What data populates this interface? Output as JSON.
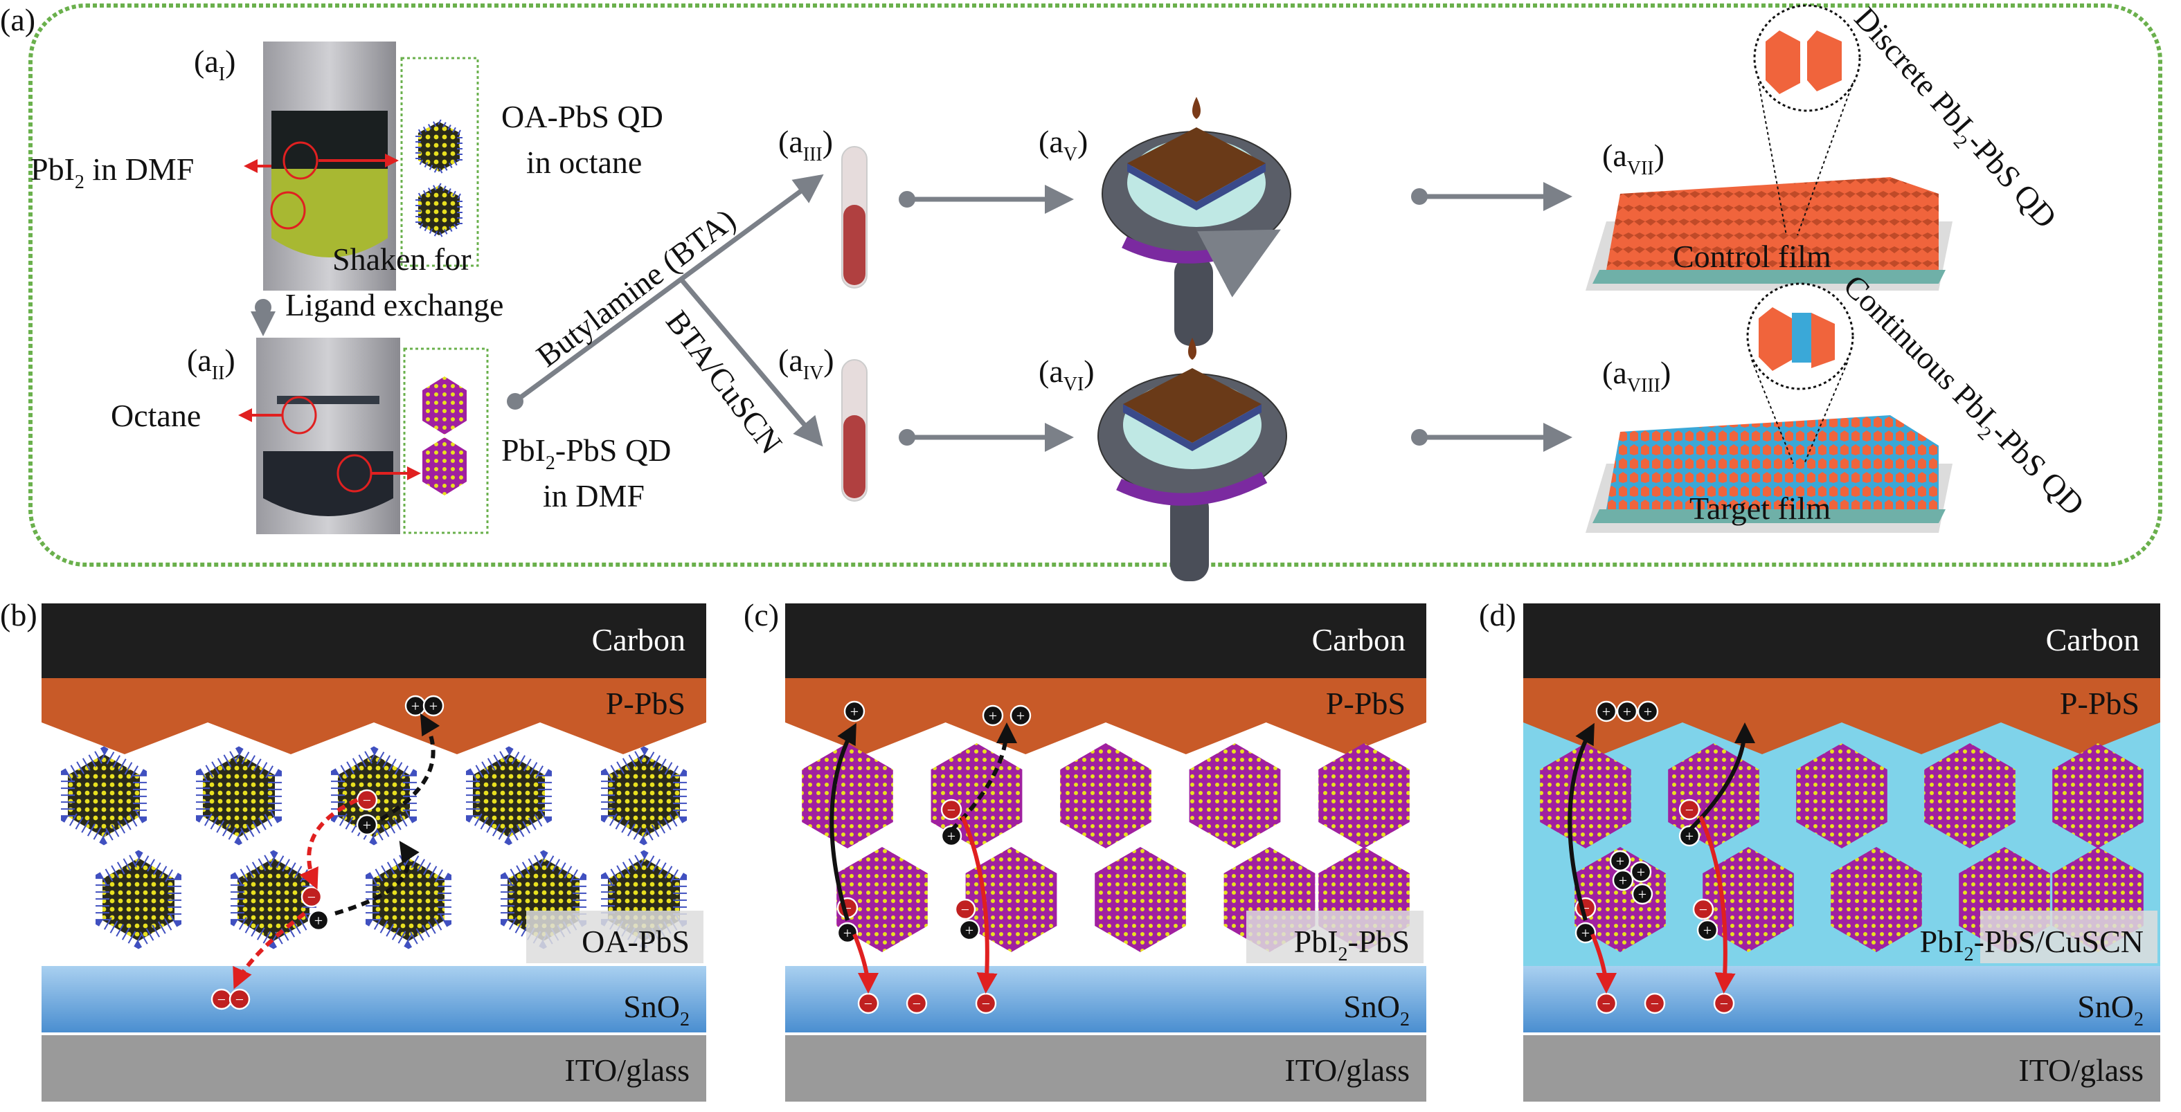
{
  "panel_labels": {
    "a": "(a)",
    "b": "(b)",
    "c": "(c)",
    "d": "(d)"
  },
  "sub_labels": {
    "aI": {
      "base": "(a",
      "sub": "I",
      "end": ")"
    },
    "aII": {
      "base": "(a",
      "sub": "II",
      "end": ")"
    },
    "aIII": {
      "base": "(a",
      "sub": "III",
      "end": ")"
    },
    "aIV": {
      "base": "(a",
      "sub": "IV",
      "end": ")"
    },
    "aV": {
      "base": "(a",
      "sub": "V",
      "end": ")"
    },
    "aVI": {
      "base": "(a",
      "sub": "VI",
      "end": ")"
    },
    "aVII": {
      "base": "(a",
      "sub": "VII",
      "end": ")"
    },
    "aVIII": {
      "base": "(a",
      "sub": "VIII",
      "end": ")"
    }
  },
  "annotations": {
    "pbi2_dmf": {
      "a": "PbI",
      "sub": "2",
      "b": " in DMF"
    },
    "oa_pbs_1": "OA-PbS QD",
    "oa_pbs_2": "in octane",
    "octane": "Octane",
    "shaken_1": "Shaken for",
    "shaken_2": "Ligand exchange",
    "pbi2_pbs_1": {
      "a": "PbI",
      "sub": "2",
      "b": "-PbS QD"
    },
    "pbi2_pbs_2": "in DMF",
    "bta": "Butylamine (BTA)",
    "bta_cuscn": "BTA/CuSCN",
    "control_film": "Control film",
    "target_film": "Target film",
    "discrete": {
      "a": "Discrete PbI",
      "sub": "2",
      "b": "-PbS QD"
    },
    "continuous": {
      "a": "Continuous PbI",
      "sub": "2",
      "b": "-PbS QD"
    }
  },
  "device_layers": {
    "carbon": "Carbon",
    "p_pbs": "P-PbS",
    "sno2": {
      "a": "SnO",
      "sub": "2"
    },
    "ito": "ITO/glass"
  },
  "absorber_labels": {
    "b": "OA-PbS",
    "c": {
      "a": "PbI",
      "sub": "2",
      "b": "-PbS"
    },
    "d": {
      "a": "PbI",
      "sub": "2",
      "b": "-PbS/CuSCN"
    }
  },
  "carriers": {
    "hole": "+",
    "electron": "−"
  },
  "colors": {
    "frame_green": "#6ab04c",
    "carbon": "#1e1e1e",
    "p_pbs": "#c85a28",
    "sno2": "#6aa6dd",
    "ito": "#9a9a9a",
    "cuscn_bg": "#7fd3ea",
    "qd_yellow": "#e8e020",
    "qd_purple": "#a020a0",
    "film_orange": "#f0643c",
    "film_blue": "#3aa8d8",
    "arrow_gray": "#7b8088",
    "spin_arrow": "#7b2aa0"
  }
}
